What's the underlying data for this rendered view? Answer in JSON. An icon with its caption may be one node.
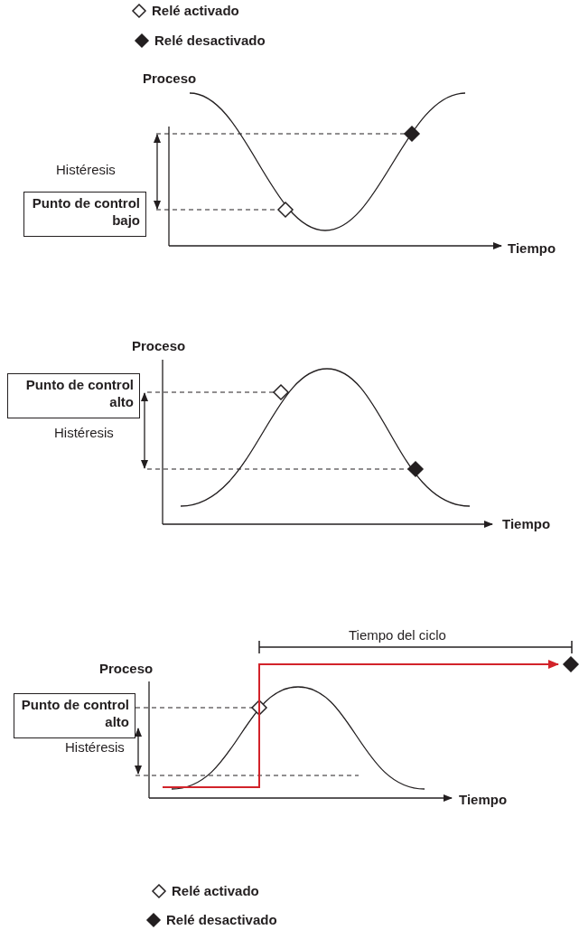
{
  "diagram": {
    "nodes": [
      {
        "text": [
          "Punto de control bajo"
        ]
      },
      {
        "text": [
          "Punto de control alto"
        ]
      },
      {
        "text": [
          "Punto de control alto"
        ]
      }
    ],
    "labels": [
      "Proceso",
      "Histéresis",
      "Tiempo",
      "Proceso",
      "Histéresis",
      "Tiempo",
      "Tiempo del ciclo",
      "Proceso",
      "Histéresis",
      "Tiempo"
    ],
    "legend": [
      {
        "text": "Relé activado"
      },
      {
        "text": "Relé desactivado"
      },
      {
        "text": "Relé activado"
      },
      {
        "text": "Relé desactivado"
      }
    ]
  }
}
